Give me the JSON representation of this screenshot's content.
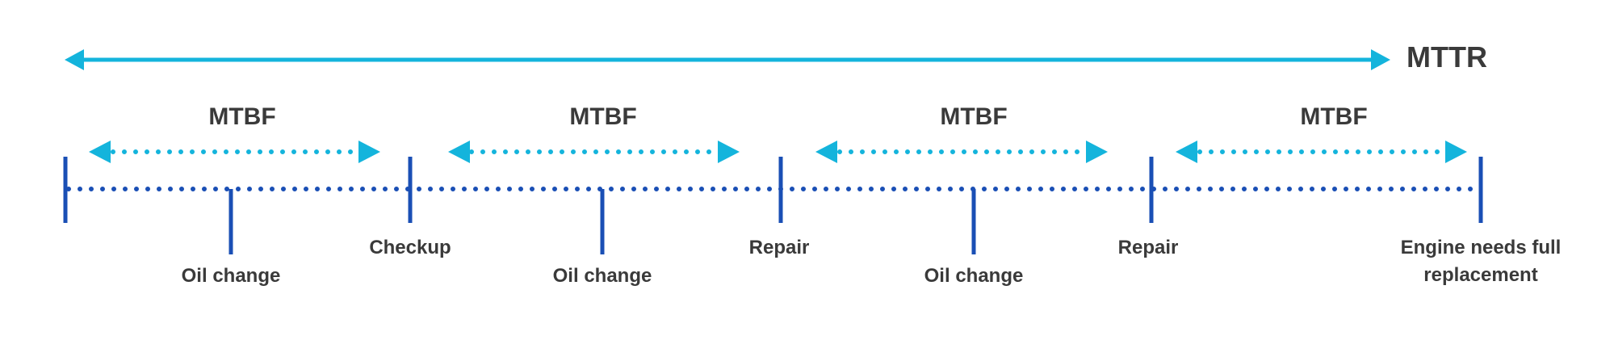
{
  "diagram": {
    "span_label": "MTTR",
    "interval_label": "MTBF",
    "intervals": [
      "MTBF",
      "MTBF",
      "MTBF",
      "MTBF"
    ],
    "events": [
      {
        "label": "Checkup"
      },
      {
        "label": "Repair"
      },
      {
        "label": "Repair"
      },
      {
        "label": "Engine needs full replacement"
      }
    ],
    "midpoints": [
      {
        "label": "Oil change"
      },
      {
        "label": "Oil change"
      },
      {
        "label": "Oil change"
      }
    ],
    "colors": {
      "span_arrow": "#14b4dc",
      "interval_arrow": "#14b4dc",
      "timeline": "#1a4fb5",
      "tick": "#1a4fb5",
      "text": "#3a3a3a"
    }
  }
}
